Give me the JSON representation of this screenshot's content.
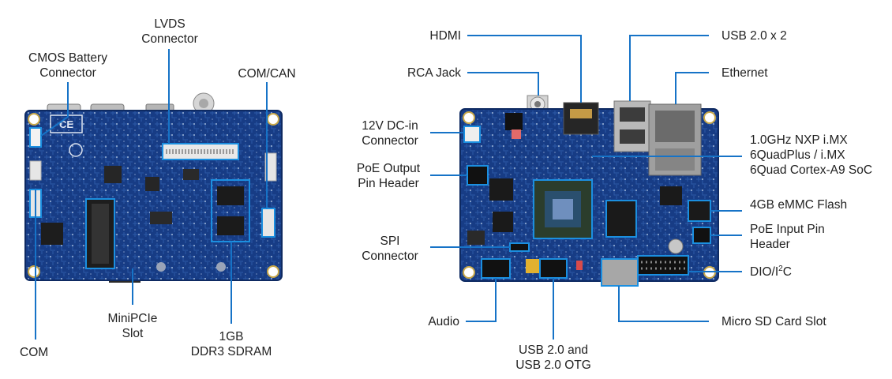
{
  "colors": {
    "leader_line": "#1673c7",
    "pcb_blue": "#14357a",
    "pcb_trace": "#2e5aa8",
    "highlight_box": "#1b8fe0"
  },
  "left_board": {
    "labels": {
      "lvds": [
        "LVDS",
        "Connector"
      ],
      "cmos": [
        "CMOS Battery",
        "Connector"
      ],
      "comcan": [
        "COM/CAN"
      ],
      "com": [
        "COM"
      ],
      "minipcie": [
        "MiniPCIe",
        "Slot"
      ],
      "ddr3": [
        "1GB",
        "DDR3 SDRAM"
      ]
    },
    "silkscreen": "CE"
  },
  "right_board": {
    "labels": {
      "hdmi": [
        "HDMI"
      ],
      "rca": [
        "RCA Jack"
      ],
      "dcin": [
        "12V DC-in",
        "Connector"
      ],
      "poe_out": [
        "PoE Output",
        "Pin Header"
      ],
      "spi": [
        "SPI",
        "Connector"
      ],
      "audio": [
        "Audio"
      ],
      "usb_otg": [
        "USB 2.0 and",
        "USB 2.0 OTG"
      ],
      "usb2x2": [
        "USB 2.0 x 2"
      ],
      "ethernet": [
        "Ethernet"
      ],
      "soc": [
        "1.0GHz NXP i.MX",
        "6QuadPlus / i.MX",
        "6Quad Cortex-A9 SoC"
      ],
      "emmc": [
        "4GB eMMC Flash"
      ],
      "poe_in": [
        "PoE Input Pin",
        "Header"
      ],
      "dio_prefix": "DIO/I",
      "dio_sup": "2",
      "dio_suffix": "C",
      "microsd": [
        "Micro SD Card Slot"
      ]
    }
  }
}
